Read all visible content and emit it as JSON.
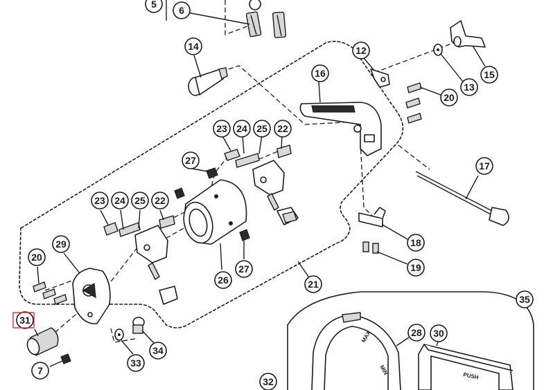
{
  "callouts": [
    {
      "id": "c5",
      "text": "5"
    },
    {
      "id": "c6",
      "text": "6"
    },
    {
      "id": "c14",
      "text": "14"
    },
    {
      "id": "c12",
      "text": "12"
    },
    {
      "id": "c16",
      "text": "16"
    },
    {
      "id": "c13",
      "text": "13"
    },
    {
      "id": "c15",
      "text": "15"
    },
    {
      "id": "c20a",
      "text": "20"
    },
    {
      "id": "c17",
      "text": "17"
    },
    {
      "id": "c23a",
      "text": "23"
    },
    {
      "id": "c24a",
      "text": "24"
    },
    {
      "id": "c25a",
      "text": "25"
    },
    {
      "id": "c22a",
      "text": "22"
    },
    {
      "id": "c27a",
      "text": "27"
    },
    {
      "id": "c23b",
      "text": "23"
    },
    {
      "id": "c24b",
      "text": "24"
    },
    {
      "id": "c25b",
      "text": "25"
    },
    {
      "id": "c22b",
      "text": "22"
    },
    {
      "id": "c29",
      "text": "29"
    },
    {
      "id": "c20b",
      "text": "20"
    },
    {
      "id": "c18",
      "text": "18"
    },
    {
      "id": "c19",
      "text": "19"
    },
    {
      "id": "c27b",
      "text": "27"
    },
    {
      "id": "c26",
      "text": "26"
    },
    {
      "id": "c21",
      "text": "21"
    },
    {
      "id": "c35",
      "text": "35"
    },
    {
      "id": "c31",
      "text": "31"
    },
    {
      "id": "c28",
      "text": "28"
    },
    {
      "id": "c30",
      "text": "30"
    },
    {
      "id": "c34",
      "text": "34"
    },
    {
      "id": "c33",
      "text": "33"
    },
    {
      "id": "c7",
      "text": "7"
    },
    {
      "id": "c32",
      "text": "32"
    }
  ],
  "engravings": {
    "max": "MAX",
    "min": "MIN",
    "push": "PUSH"
  },
  "highlight": {
    "label": "31",
    "color": "#e03030"
  }
}
